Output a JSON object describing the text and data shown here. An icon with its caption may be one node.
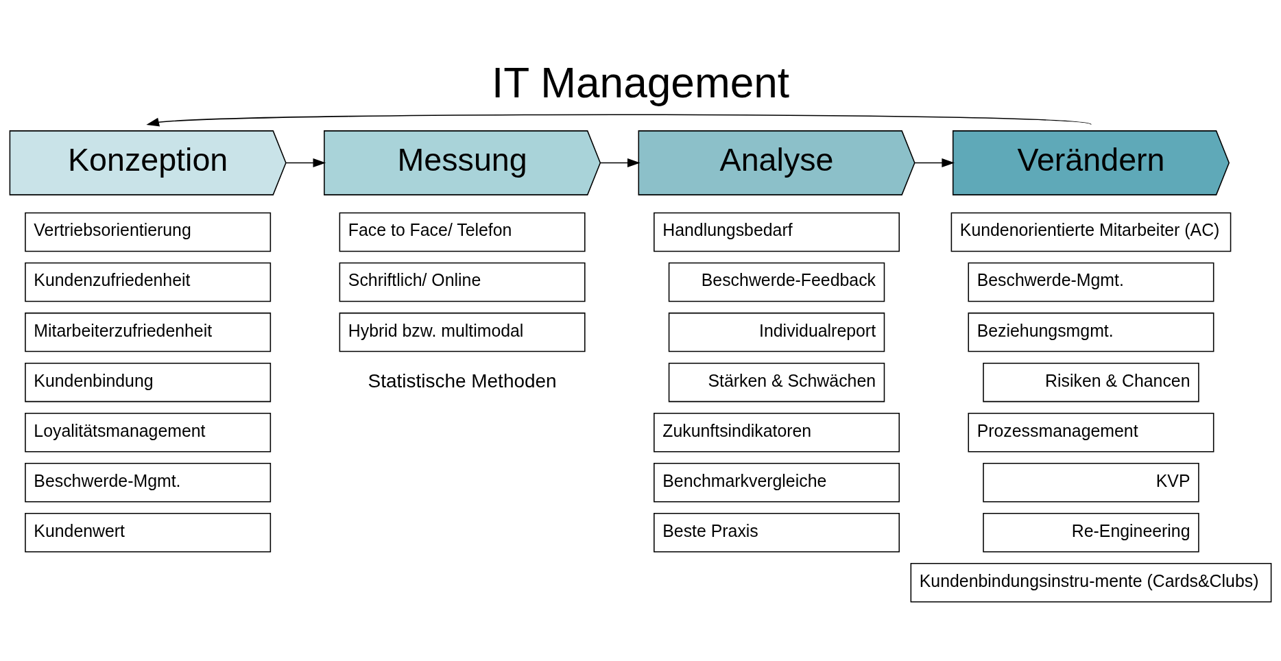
{
  "diagram": {
    "title": "IT Management",
    "nodes": [
      {
        "text": [
          "Konzeption"
        ]
      },
      {
        "text": [
          "Messung"
        ]
      },
      {
        "text": [
          "Analyse"
        ]
      },
      {
        "text": [
          "Verändern"
        ]
      },
      {
        "text": [
          "Vertriebsorientierung"
        ]
      },
      {
        "text": [
          "Kundenzufriedenheit"
        ]
      },
      {
        "text": [
          "Mitarbeiterzufriedenheit"
        ]
      },
      {
        "text": [
          "Kundenbindung"
        ]
      },
      {
        "text": [
          "Loyalitätsmanagement"
        ]
      },
      {
        "text": [
          "Beschwerde-Mgmt."
        ]
      },
      {
        "text": [
          "Kundenwert"
        ]
      },
      {
        "text": [
          "Face to Face/ Telefon"
        ]
      },
      {
        "text": [
          "Schriftlich/ Online"
        ]
      },
      {
        "text": [
          "Hybrid bzw. multimodal"
        ]
      },
      {
        "text": [
          "Handlungsbedarf"
        ]
      },
      {
        "text": [
          "Beschwerde-Feedback"
        ]
      },
      {
        "text": [
          "Individualreport"
        ]
      },
      {
        "text": [
          "Stärken & Schwächen"
        ]
      },
      {
        "text": [
          "Zukunftsindikatoren"
        ]
      },
      {
        "text": [
          "Benchmarkvergleiche"
        ]
      },
      {
        "text": [
          "Beste Praxis"
        ]
      },
      {
        "text": [
          "Kundenorientierte Mitarbeiter (AC)"
        ]
      },
      {
        "text": [
          "Beschwerde-Mgmt."
        ]
      },
      {
        "text": [
          "Beziehungsmgmt."
        ]
      },
      {
        "text": [
          "Risiken & Chancen"
        ]
      },
      {
        "text": [
          "Prozessmanagement"
        ]
      },
      {
        "text": [
          "KVP"
        ]
      },
      {
        "text": [
          "Re-Engineering"
        ]
      },
      {
        "text": [
          "Kundenbindungsinstru-mente (Cards&Clubs)"
        ]
      }
    ],
    "edges": [
      {
        "from": 0,
        "to": 1,
        "arrow": "to"
      },
      {
        "from": 1,
        "to": 2,
        "arrow": "to"
      },
      {
        "from": 2,
        "to": 3,
        "arrow": "to"
      },
      {
        "from": 3,
        "to": 0,
        "arrow": "to"
      }
    ],
    "labels": [
      "Statistische Methoden"
    ]
  }
}
